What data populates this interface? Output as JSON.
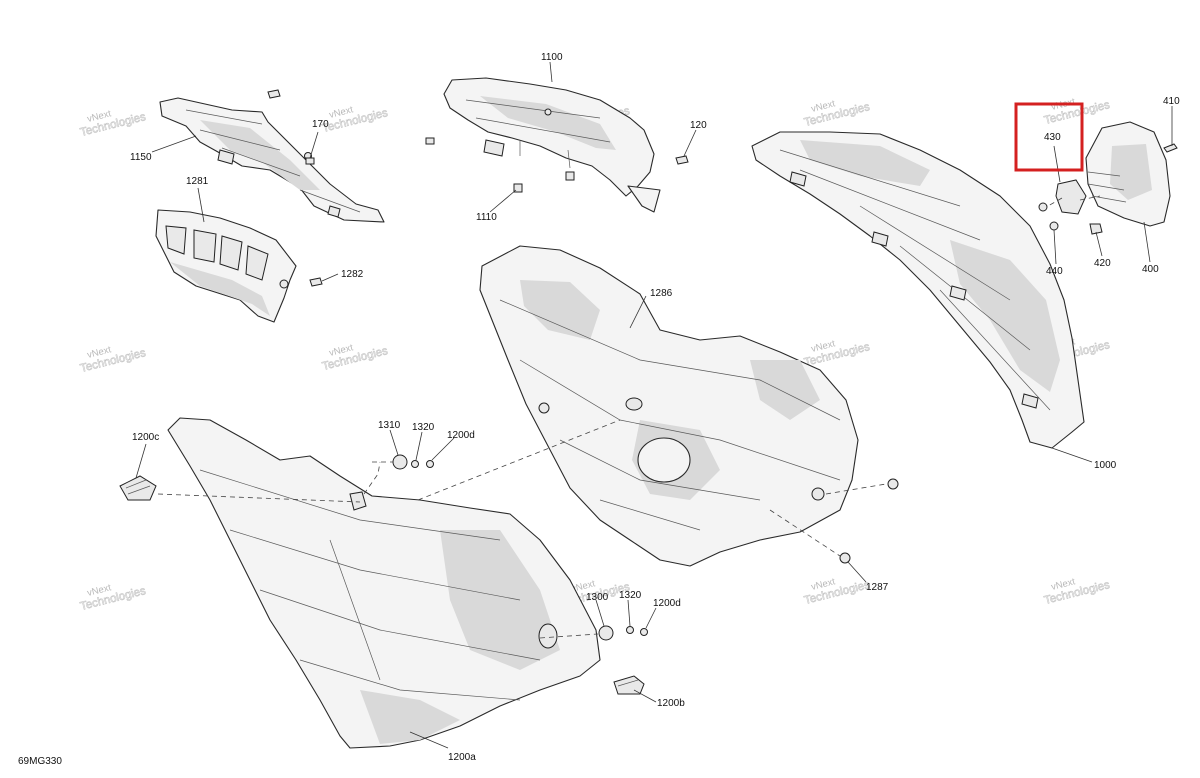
{
  "figure_code": "69MG330",
  "callouts": {
    "c1100": "1100",
    "c1150": "1150",
    "c170": "170",
    "c120": "120",
    "c1110": "1110",
    "c1281": "1281",
    "c1282": "1282",
    "c1286": "1286",
    "c410": "410",
    "c430": "430",
    "c440": "440",
    "c420": "420",
    "c400": "400",
    "c1000": "1000",
    "c1200c": "1200c",
    "c1310": "1310",
    "c1320_top": "1320",
    "c1200d_top": "1200d",
    "c1300": "1300",
    "c1320_bottom": "1320",
    "c1200d_bottom": "1200d",
    "c1200b": "1200b",
    "c1287": "1287",
    "c1200a": "1200a"
  },
  "watermark": {
    "line1": "vNext",
    "line2": "Technologies"
  },
  "highlight": {
    "target": "430",
    "color": "#d42020"
  }
}
